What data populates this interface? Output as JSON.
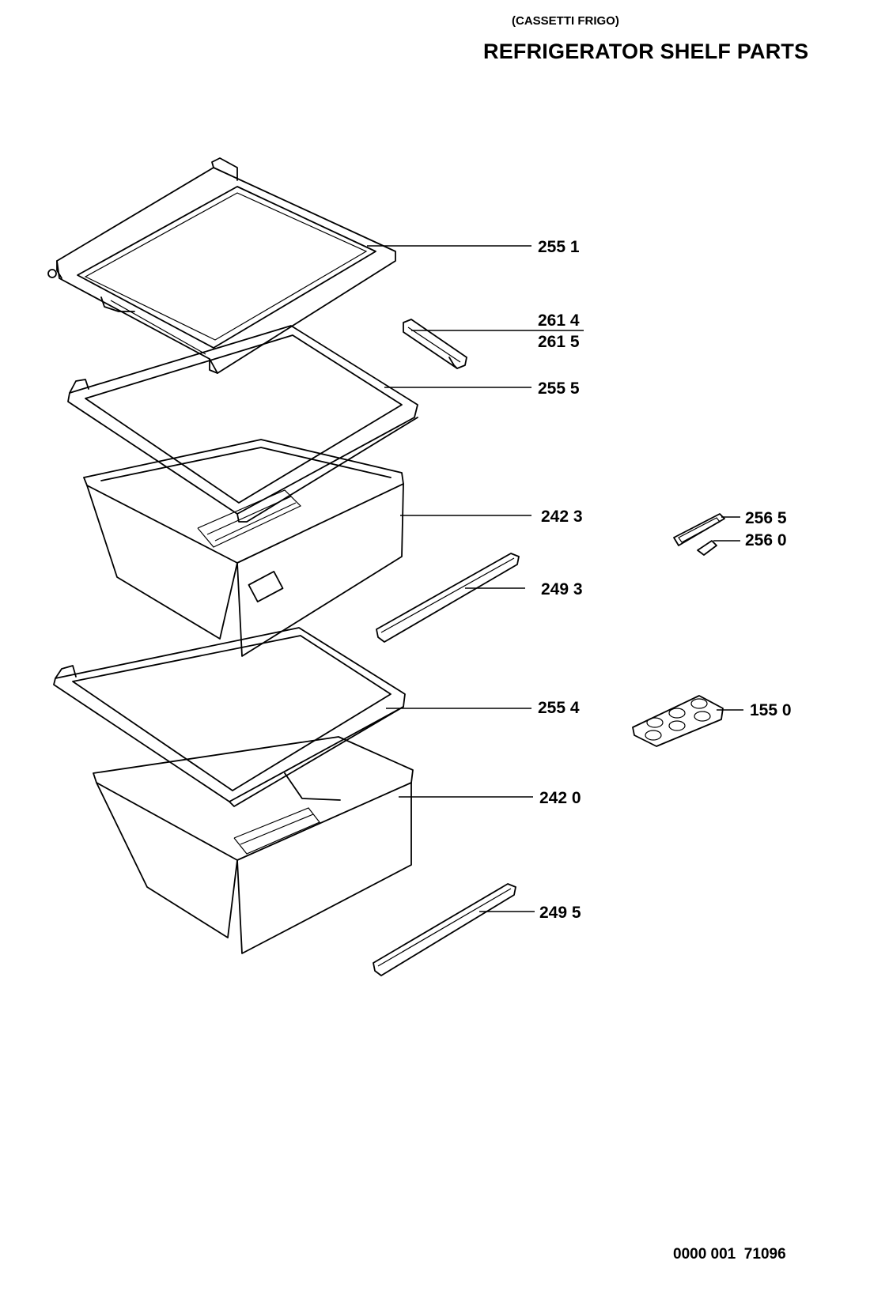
{
  "header": {
    "subtitle": "(CASSETTI FRIGO)",
    "title": "REFRIGERATOR SHELF PARTS"
  },
  "part_labels": {
    "p2551": "255 1",
    "p2614": "261 4",
    "p2615": "261 5",
    "p2555": "255 5",
    "p2423": "242 3",
    "p2493": "249 3",
    "p2554": "255 4",
    "p2420": "242 0",
    "p2495": "249 5",
    "p2565": "256 5",
    "p2560": "256 0",
    "p1550": "155 0"
  },
  "footer": {
    "document_number": "0000 001  71096"
  }
}
